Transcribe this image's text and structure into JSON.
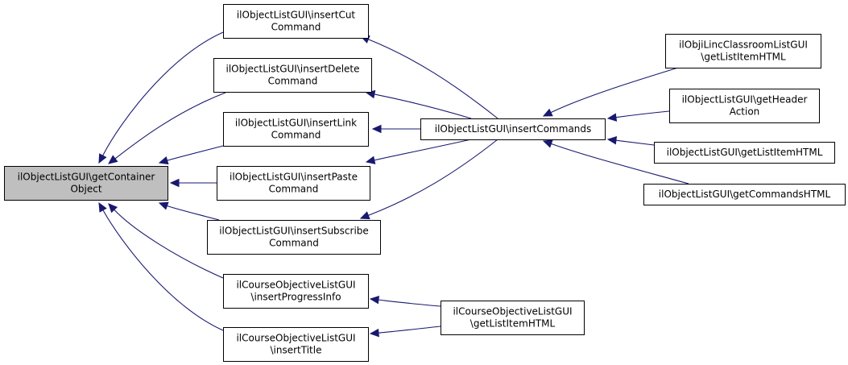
{
  "nodes": [
    {
      "id": "getContainerObject",
      "lines": [
        "ilObjectListGUI\\getContainer",
        "Object"
      ],
      "highlight": true
    },
    {
      "id": "insertCutCommand",
      "lines": [
        "ilObjectListGUI\\insertCut",
        "Command"
      ]
    },
    {
      "id": "insertDeleteCommand",
      "lines": [
        "ilObjectListGUI\\insertDelete",
        "Command"
      ]
    },
    {
      "id": "insertLinkCommand",
      "lines": [
        "ilObjectListGUI\\insertLink",
        "Command"
      ]
    },
    {
      "id": "insertPasteCommand",
      "lines": [
        "ilObjectListGUI\\insertPaste",
        "Command"
      ]
    },
    {
      "id": "insertSubscribeCommand",
      "lines": [
        "ilObjectListGUI\\insertSubscribe",
        "Command"
      ]
    },
    {
      "id": "insertProgressInfo",
      "lines": [
        "ilCourseObjectiveListGUI",
        "\\insertProgressInfo"
      ]
    },
    {
      "id": "insertTitle",
      "lines": [
        "ilCourseObjectiveListGUI",
        "\\insertTitle"
      ]
    },
    {
      "id": "insertCommands",
      "lines": [
        "ilObjectListGUI\\insertCommands"
      ]
    },
    {
      "id": "courseObjGetListItemHTML",
      "lines": [
        "ilCourseObjectiveListGUI",
        "\\getListItemHTML"
      ]
    },
    {
      "id": "linccGetListItemHTML",
      "lines": [
        "ilObjiLincClassroomListGUI",
        "\\getListItemHTML"
      ]
    },
    {
      "id": "getHeaderAction",
      "lines": [
        "ilObjectListGUI\\getHeader",
        "Action"
      ]
    },
    {
      "id": "getListItemHTML",
      "lines": [
        "ilObjectListGUI\\getListItemHTML"
      ]
    },
    {
      "id": "getCommandsHTML",
      "lines": [
        "ilObjectListGUI\\getCommandsHTML"
      ]
    }
  ],
  "edges": [
    {
      "from": "insertCutCommand",
      "to": "getContainerObject"
    },
    {
      "from": "insertDeleteCommand",
      "to": "getContainerObject"
    },
    {
      "from": "insertLinkCommand",
      "to": "getContainerObject"
    },
    {
      "from": "insertPasteCommand",
      "to": "getContainerObject"
    },
    {
      "from": "insertSubscribeCommand",
      "to": "getContainerObject"
    },
    {
      "from": "insertProgressInfo",
      "to": "getContainerObject"
    },
    {
      "from": "insertTitle",
      "to": "getContainerObject"
    },
    {
      "from": "insertCommands",
      "to": "insertCutCommand"
    },
    {
      "from": "insertCommands",
      "to": "insertDeleteCommand"
    },
    {
      "from": "insertCommands",
      "to": "insertLinkCommand"
    },
    {
      "from": "insertCommands",
      "to": "insertPasteCommand"
    },
    {
      "from": "insertCommands",
      "to": "insertSubscribeCommand"
    },
    {
      "from": "courseObjGetListItemHTML",
      "to": "insertProgressInfo"
    },
    {
      "from": "courseObjGetListItemHTML",
      "to": "insertTitle"
    },
    {
      "from": "linccGetListItemHTML",
      "to": "insertCommands"
    },
    {
      "from": "getHeaderAction",
      "to": "insertCommands"
    },
    {
      "from": "getListItemHTML",
      "to": "insertCommands"
    },
    {
      "from": "getCommandsHTML",
      "to": "insertCommands"
    }
  ]
}
